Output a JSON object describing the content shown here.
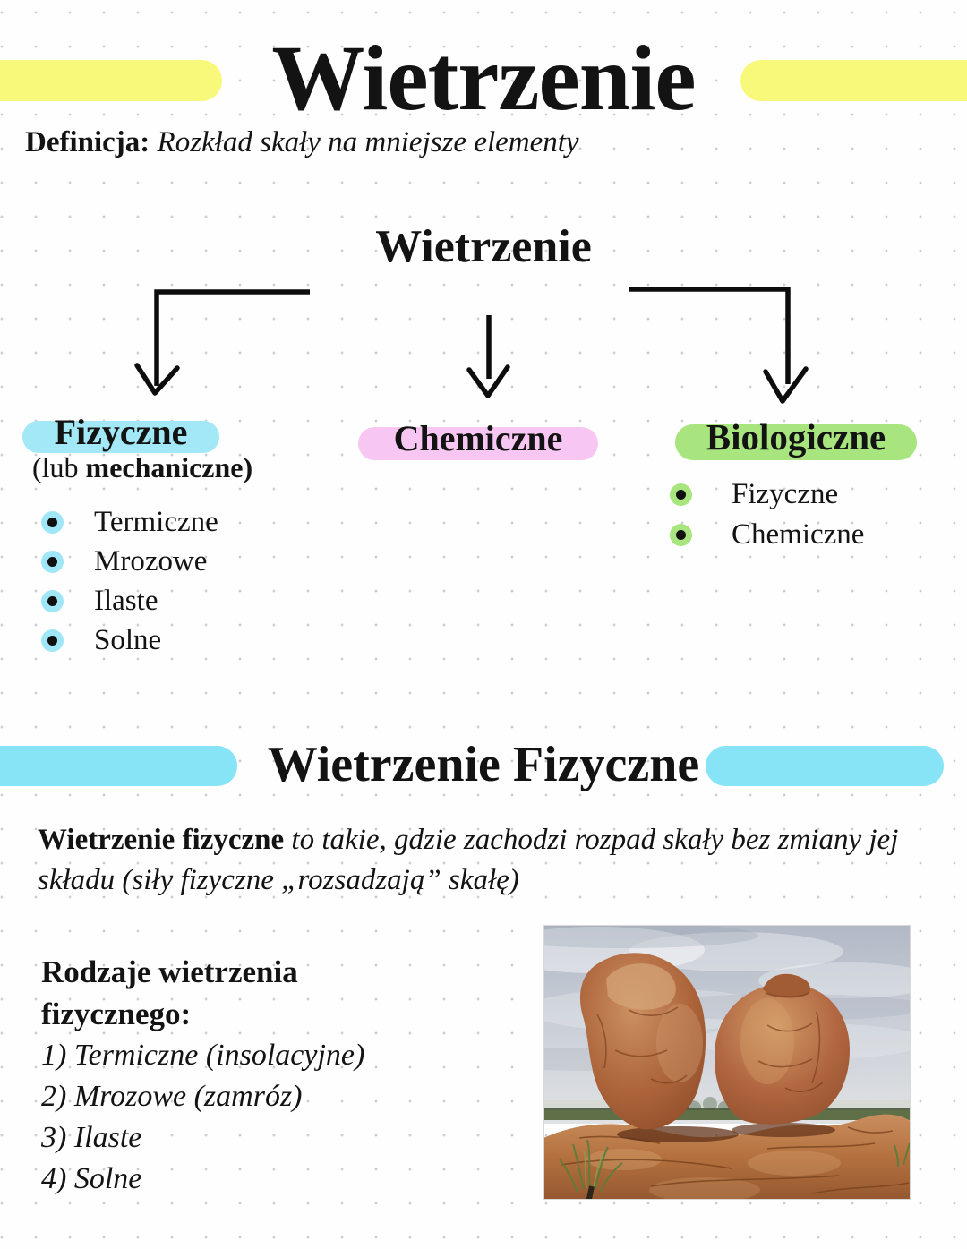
{
  "header": {
    "title": "Wietrzenie",
    "definition_label": "Definicja:",
    "definition_text": "Rozkład skały na mniejsze elementy"
  },
  "diagram": {
    "root_label": "Wietrzenie",
    "branches": [
      {
        "label": "Fizyczne",
        "alt_prefix": "(lub ",
        "alt_bold": "mechaniczne)",
        "items": [
          "Termiczne",
          "Mrozowe",
          "Ilaste",
          "Solne"
        ]
      },
      {
        "label": "Chemiczne",
        "items": []
      },
      {
        "label": "Biologiczne",
        "items": [
          "Fizyczne",
          "Chemiczne"
        ]
      }
    ]
  },
  "section": {
    "title": "Wietrzenie Fizyczne",
    "lead_bold": "Wietrzenie fizyczne",
    "lead_rest": " to takie, gdzie zachodzi rozpad skały bez zmiany jej składu (siły fizyczne „rozsadzają” skałę)",
    "types_heading": "Rodzaje wietrzenia fizycznego:",
    "types": [
      "1) Termiczne (insolacyjne)",
      "2) Mrozowe (zamróz)",
      "3) Ilaste",
      "4) Solne"
    ]
  },
  "photo": {
    "label": "balanced-red-boulders-photo"
  },
  "colors": {
    "highlight_yellow": "#f8f87b",
    "highlight_cyan_bar": "#87e4f7",
    "highlight_cyan_pill": "#a3e8f6",
    "highlight_pink": "#f7c6f2",
    "highlight_green": "#a9e57f",
    "ink": "#131313",
    "dot_grid": "#c9ced3"
  }
}
